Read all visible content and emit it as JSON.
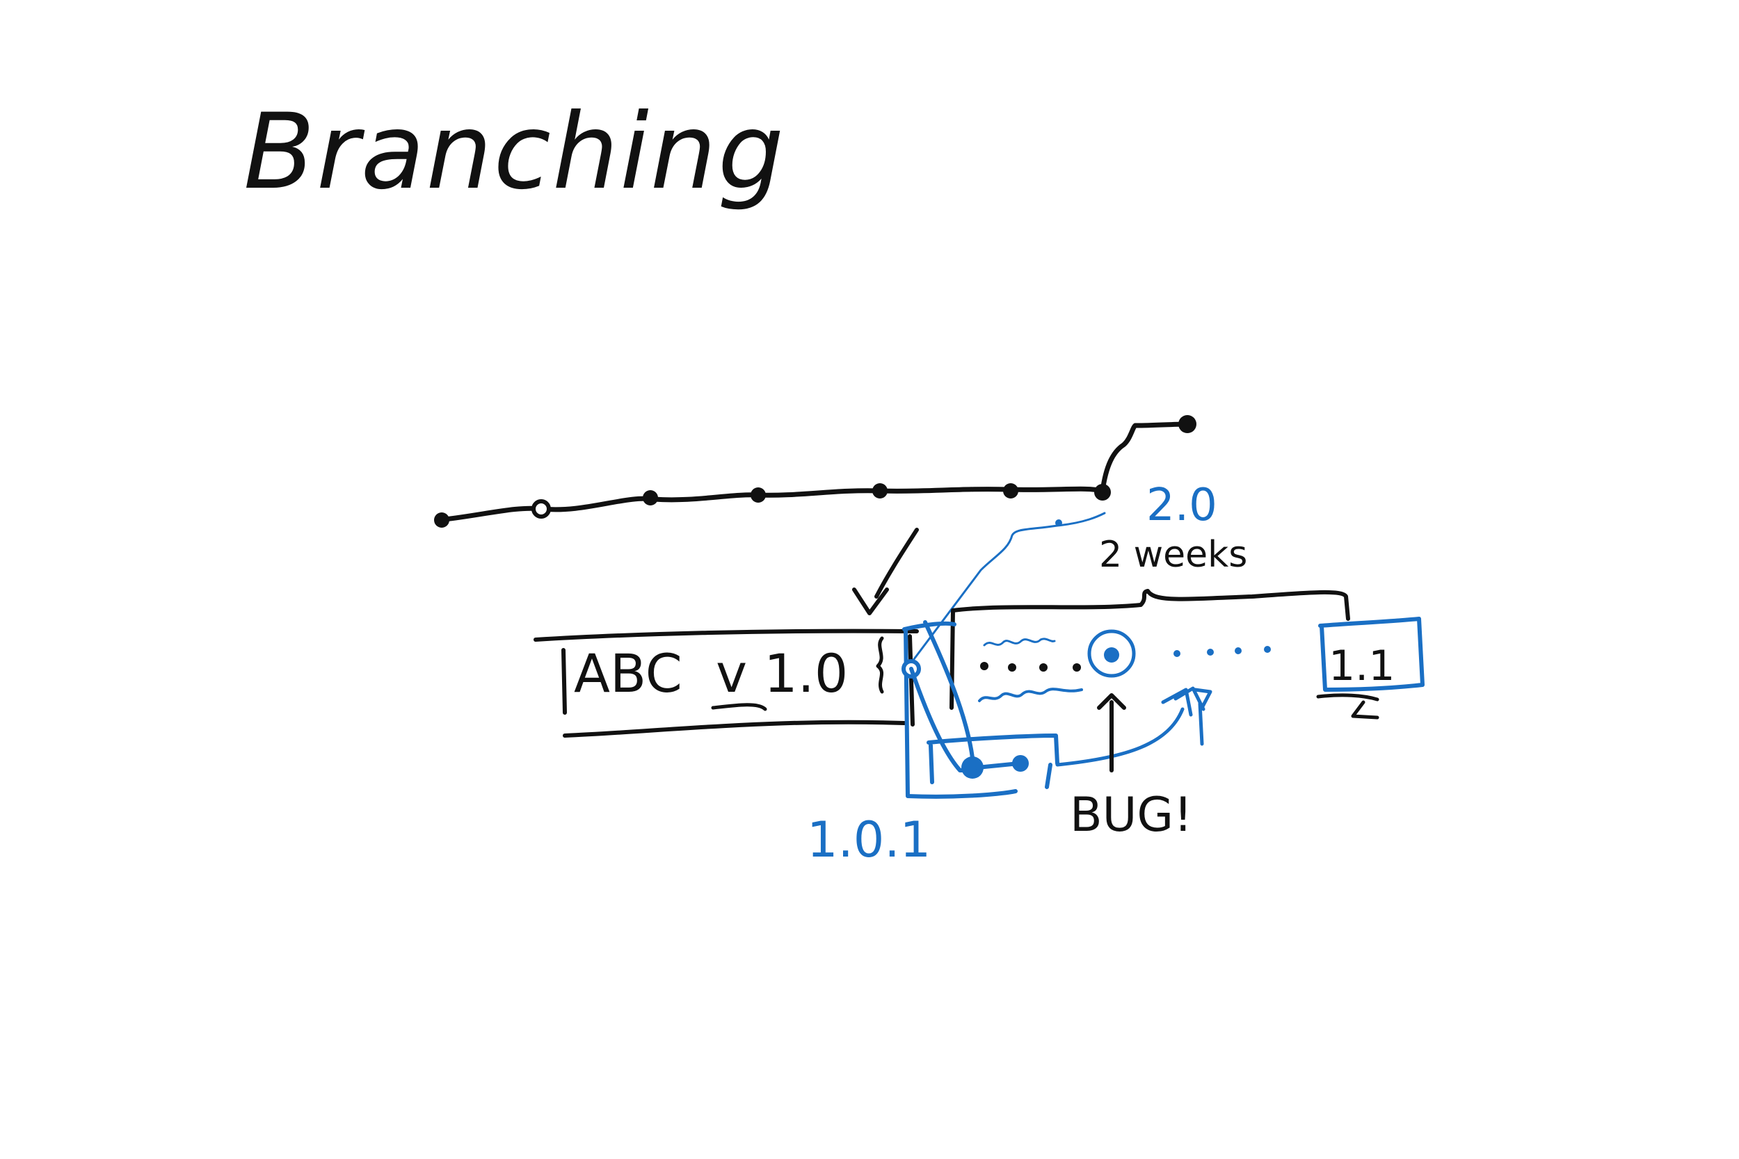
{
  "title": "Branching",
  "labels": {
    "release_box": "ABC  v 1.0",
    "next_version": "2.0",
    "duration": "2 weeks",
    "minor_release": "1.1",
    "bug": "BUG!",
    "hotfix": "1.0.1"
  },
  "colors": {
    "black_ink": "#111111",
    "blue_ink": "#1a6fc4",
    "background": "#ffffff"
  }
}
